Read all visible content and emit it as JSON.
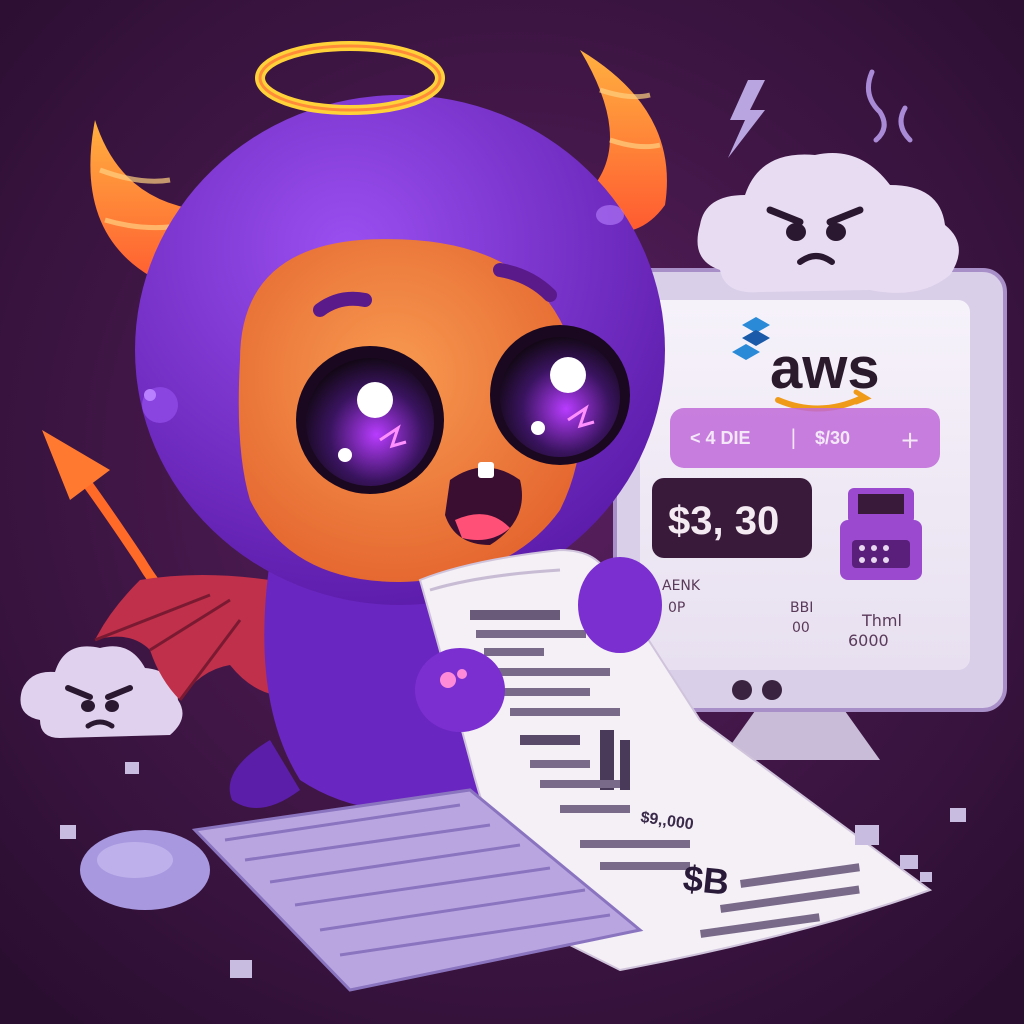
{
  "colors": {
    "background": "#3a1440",
    "character_body": "#7b2fd0",
    "character_face": "#f2773a",
    "horn": "#ff8a2a",
    "halo": "#ffd23a",
    "tail": "#ff6a28",
    "monitor_frame": "#dcd3ea",
    "monitor_screen": "#f4eff8",
    "screen_accent": "#b85ad6",
    "price_box": "#3a1a3a",
    "aws_text": "#2b1a2b",
    "aws_smile": "#f09a1a",
    "cloud": "#e8dcf2",
    "keyboard": "#b9a6e0",
    "receipt": "#f4f0f6"
  },
  "monitor": {
    "logo_text": "aws",
    "logo_icon": "aws-cube-logo",
    "nav_bar": {
      "left_text": "< 4  DIE",
      "separator": "|",
      "middle_text": "$/30",
      "right_icon": "plus-icon"
    },
    "price": "$3, 30",
    "labels": {
      "left_top": "AENK",
      "left_bottom": "0P",
      "middle_top": "BBI",
      "middle_bottom": "00",
      "right_top": "Thml",
      "right_bottom": "6000"
    },
    "register_icon": "cash-register-icon"
  },
  "receipt": {
    "amount_small": "$9,,000",
    "amount_large": "$B"
  },
  "icons": {
    "halo": "halo-icon",
    "lightning": "lightning-icon",
    "angry_cloud": "angry-cloud-icon"
  }
}
